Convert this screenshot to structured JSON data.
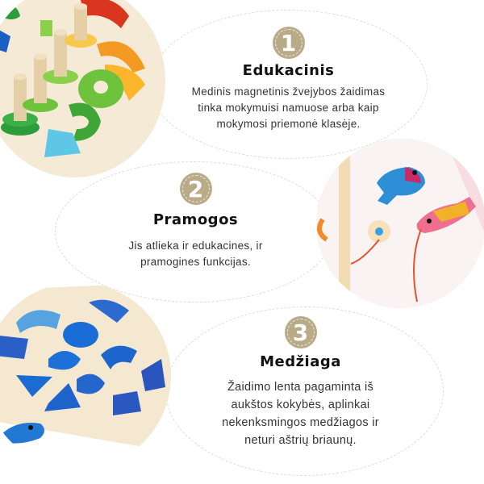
{
  "features": [
    {
      "number": "1",
      "title": "Edukacinis",
      "description_lines": [
        "Medinis magnetinis žvejybos žaidimas",
        "tinka mokymuisi namuose arba kaip",
        "mokymosi priemonė klasėje."
      ],
      "image": "wooden-number-puzzle-with-pegs"
    },
    {
      "number": "2",
      "title": "Pramogos",
      "description_lines": [
        "Jis atlieka ir edukacines, ir",
        "pramogines funkcijas."
      ],
      "image": "wooden-magnetic-fishing-toy"
    },
    {
      "number": "3",
      "title": "Medžiaga",
      "description_lines": [
        "Žaidimo lenta pagaminta iš",
        "aukštos kokybės, aplinkai",
        "nekenksmingos medžiagos ir",
        "neturi aštrių briaunų."
      ],
      "image": "wooden-blue-alphabet-puzzle"
    }
  ],
  "colors": {
    "badge": "#b9ab88",
    "title": "#111111",
    "text": "#333333",
    "dashed_outline": "#dcdcdc"
  }
}
